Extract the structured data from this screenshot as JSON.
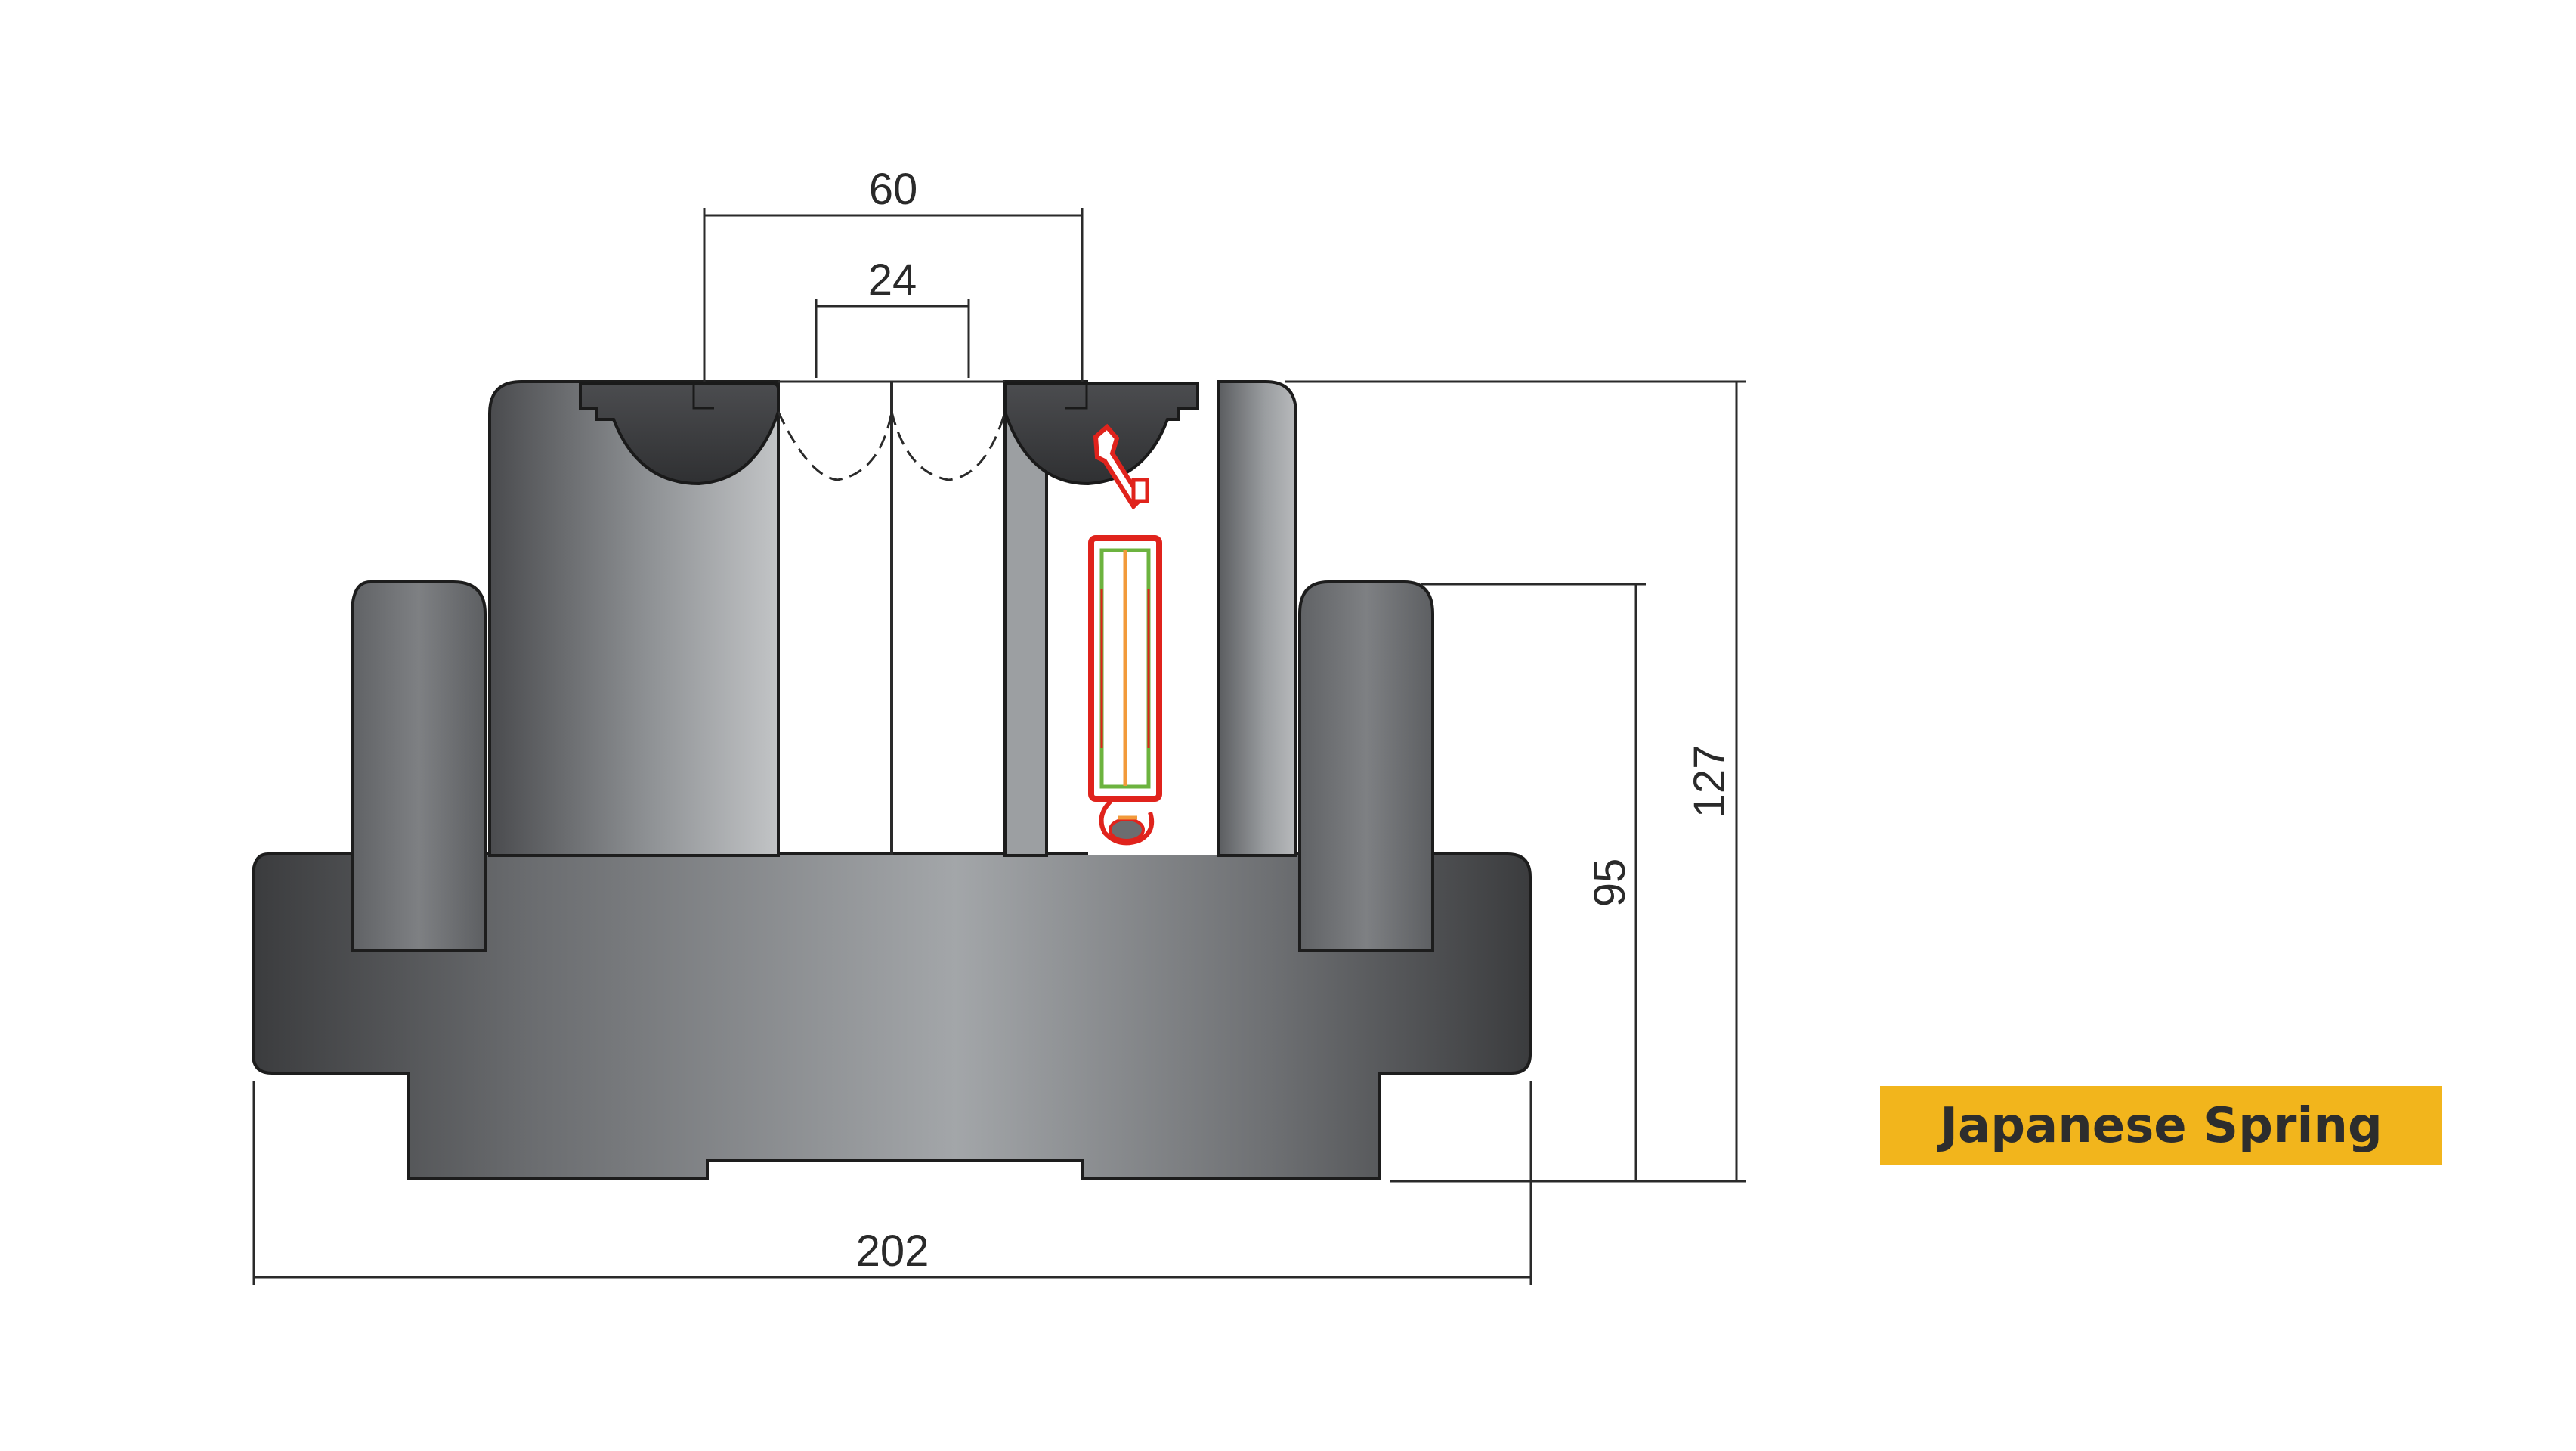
{
  "dimensions": {
    "top_outer": "60",
    "top_inner": "24",
    "total_width": "202",
    "total_height": "127",
    "side_height": "95"
  },
  "label": {
    "text": "Japanese Spring"
  },
  "colors": {
    "metal_dark": "#3a3b3d",
    "metal_light": "#a6a9ab",
    "dimension_line": "#2a2a2a",
    "spring_outline": "#e0231c",
    "spring_inner": "#6cb33f",
    "spring_core": "#f29a3a",
    "label_background": "#f2b51c"
  }
}
